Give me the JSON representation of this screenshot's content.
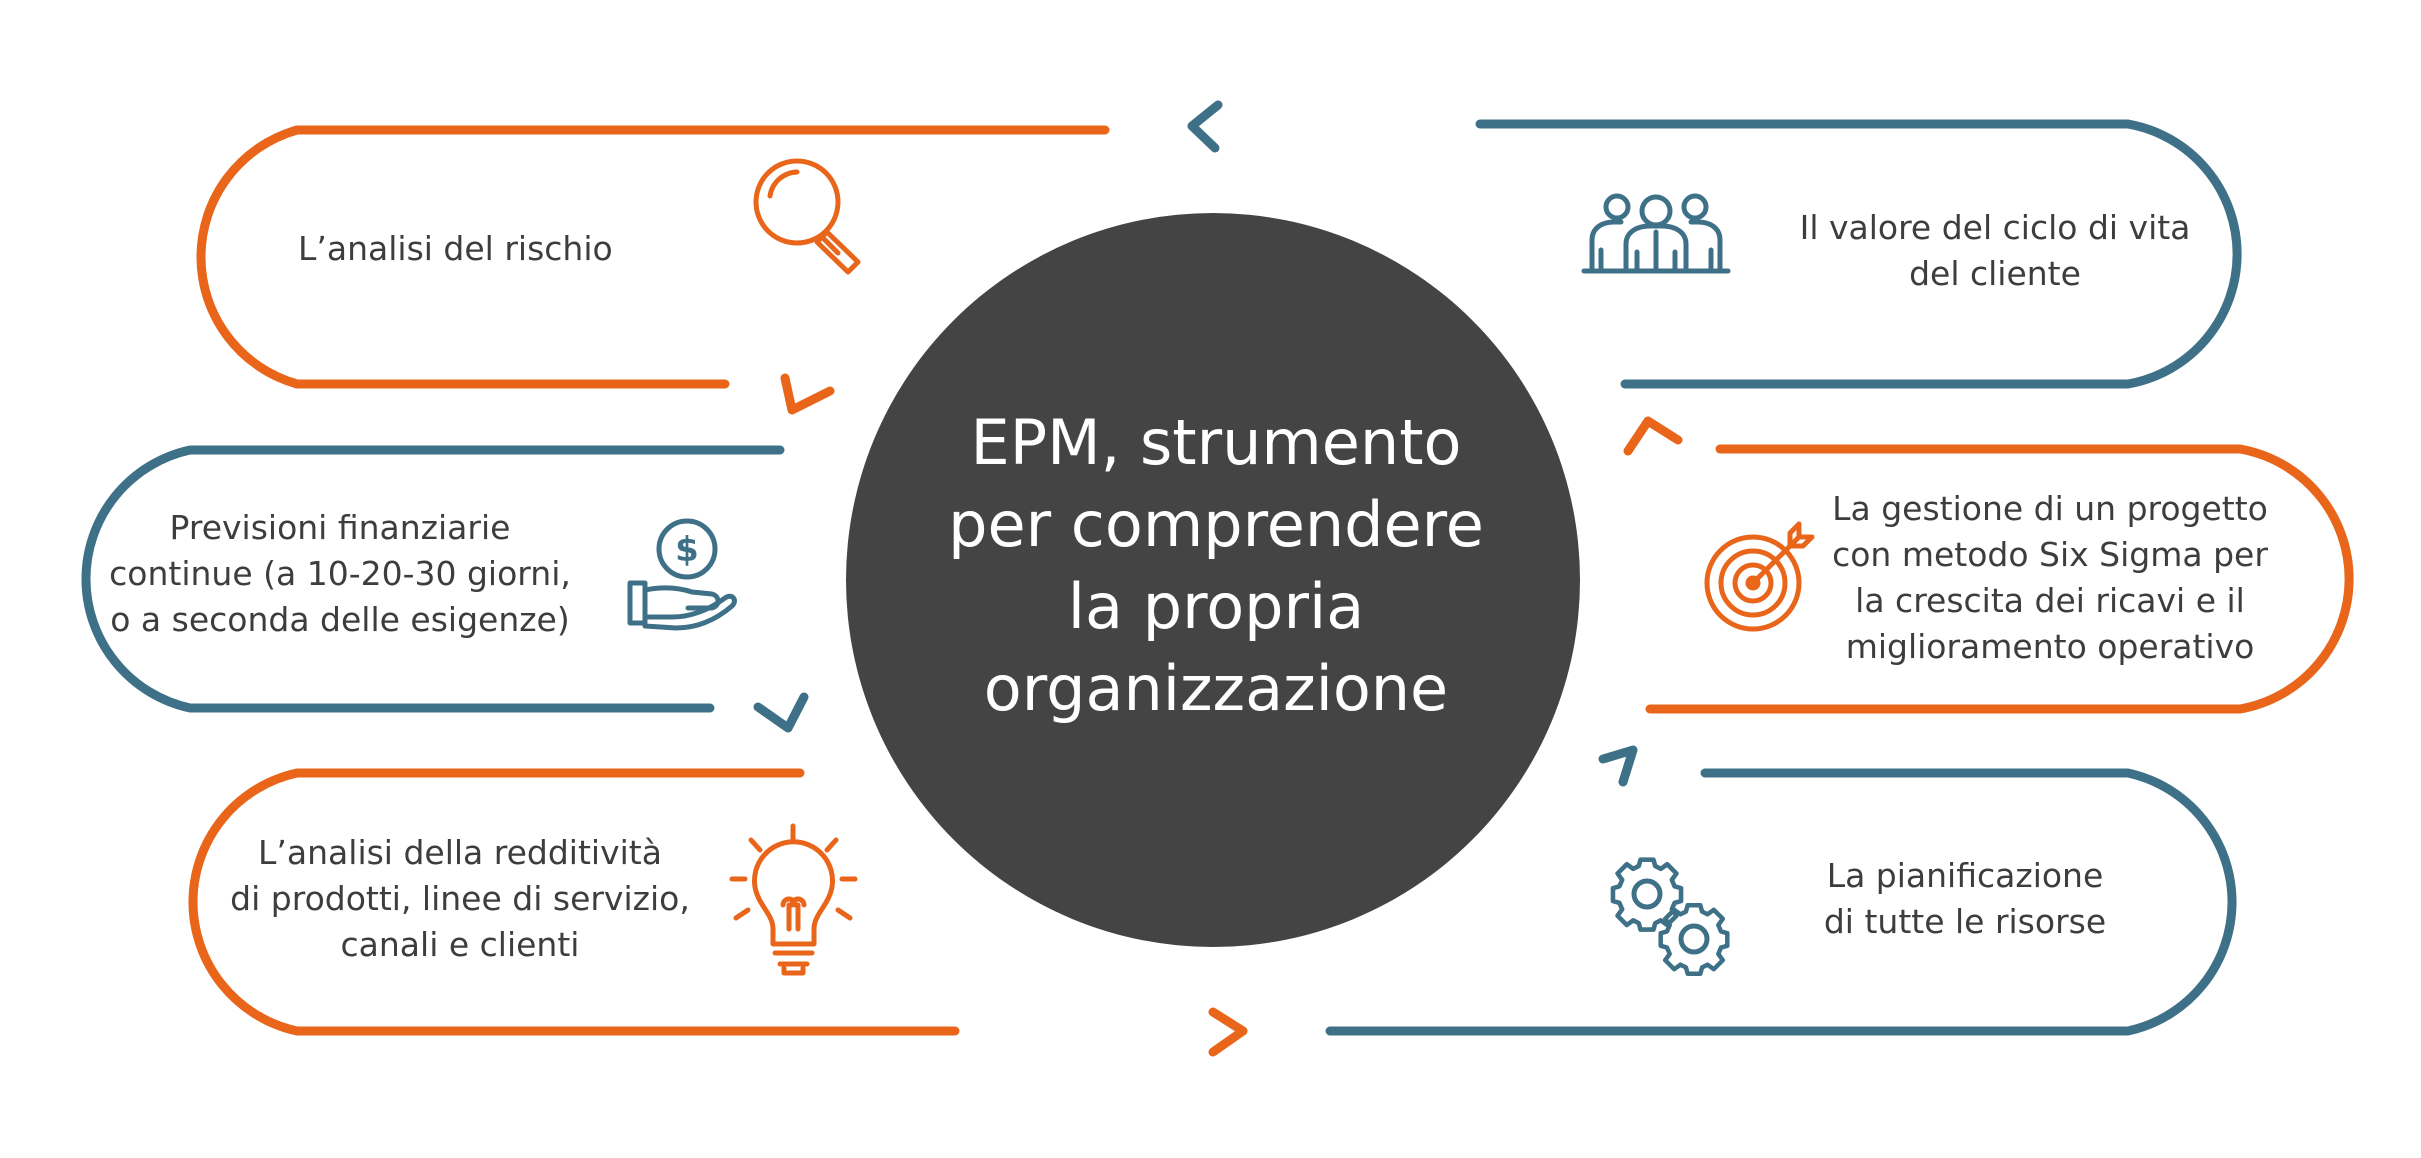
{
  "colors": {
    "orange": "#E8651A",
    "teal": "#3E7188",
    "center_circle": "#444444",
    "text": "#3d3d3d"
  },
  "center": {
    "lines": [
      "EPM, strumento",
      "per comprendere",
      "la propria",
      "organizzazione"
    ]
  },
  "items": [
    {
      "lines": [
        "L’analisi del rischio"
      ],
      "icon": "magnifier-icon",
      "color": "orange"
    },
    {
      "lines": [
        "Previsioni finanziarie",
        "continue (a 10-20-30 giorni,",
        "o a seconda delle esigenze)"
      ],
      "icon": "money-hand-icon",
      "color": "teal"
    },
    {
      "lines": [
        "L’analisi della redditività",
        "di prodotti, linee di servizio,",
        "canali e clienti"
      ],
      "icon": "lightbulb-icon",
      "color": "orange"
    },
    {
      "lines": [
        "Il valore del ciclo di vita",
        "del cliente"
      ],
      "icon": "people-icon",
      "color": "teal"
    },
    {
      "lines": [
        "La gestione di un progetto",
        "con metodo Six Sigma per",
        "la crescita dei ricavi e il",
        "miglioramento operativo"
      ],
      "icon": "target-icon",
      "color": "orange"
    },
    {
      "lines": [
        "La pianificazione",
        "di tutte le risorse"
      ],
      "icon": "gears-icon",
      "color": "teal"
    }
  ]
}
